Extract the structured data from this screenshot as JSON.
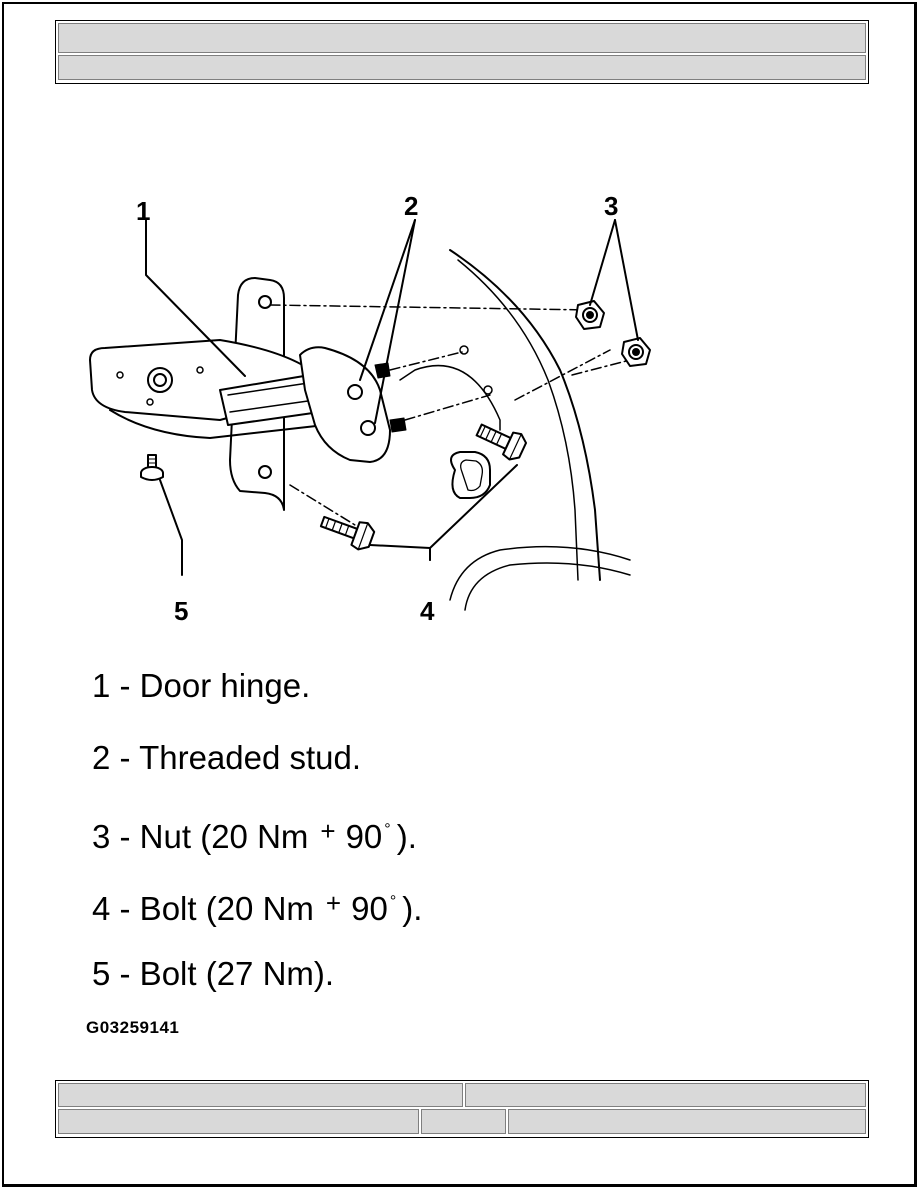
{
  "figure": {
    "callouts": [
      "1",
      "2",
      "3",
      "4",
      "5"
    ],
    "figure_id": "G03259141"
  },
  "legend": [
    {
      "text": "1 - Door hinge."
    },
    {
      "text": "2 - Threaded stud."
    },
    {
      "prefix": "3 - Nut (20 Nm",
      "plus": "+",
      "angle": "90",
      "degree": "°",
      "suffix": ")."
    },
    {
      "prefix": "4 - Bolt (20 Nm",
      "plus": "+",
      "angle": "90",
      "degree": "°",
      "suffix": ")."
    },
    {
      "text": "5 - Bolt (27 Nm)."
    }
  ]
}
